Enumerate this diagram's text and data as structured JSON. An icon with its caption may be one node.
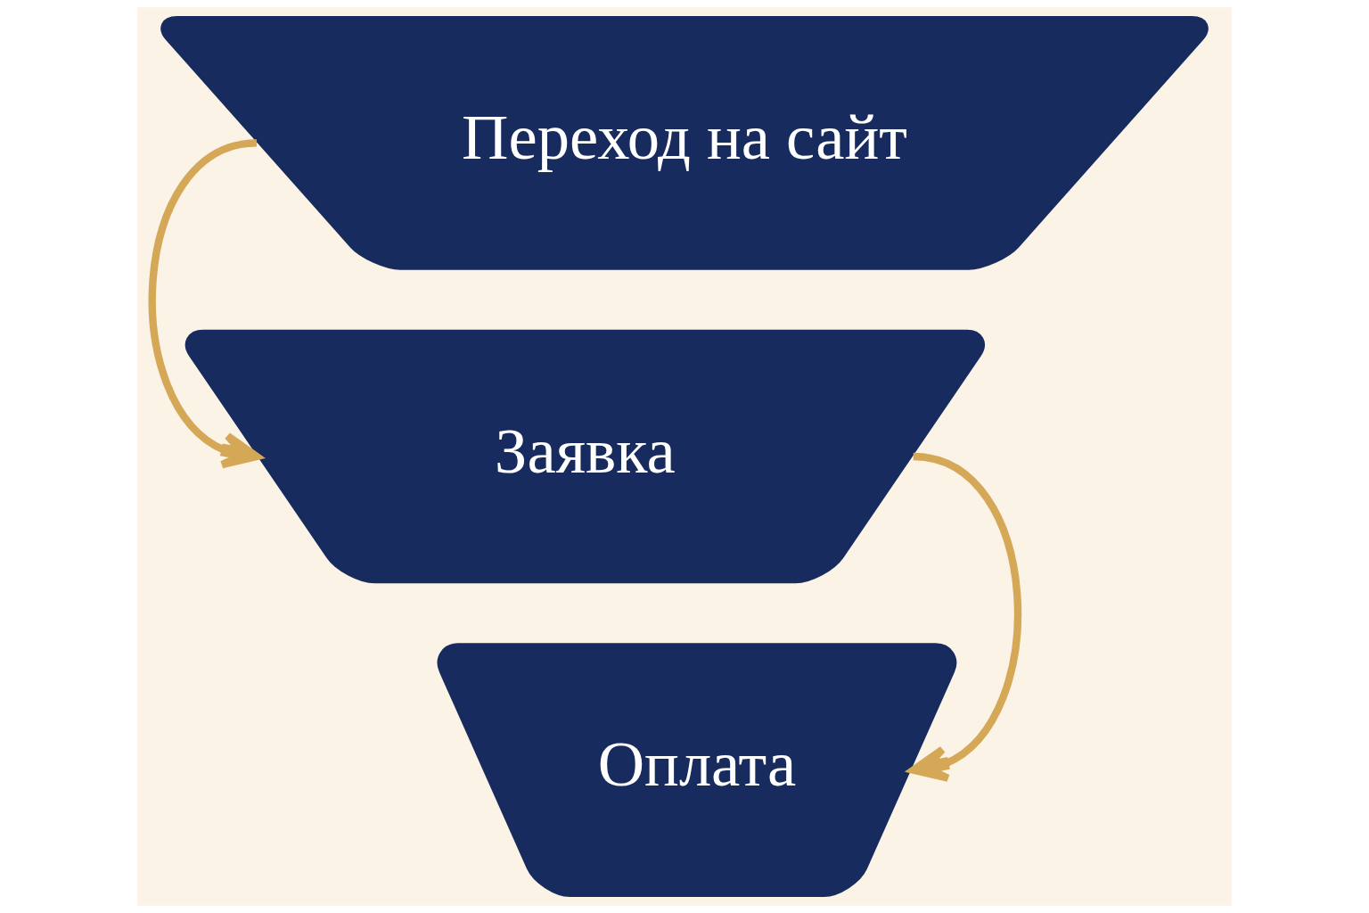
{
  "diagram": {
    "nodes": [
      {
        "text": [
          "Переход на сайт"
        ]
      },
      {
        "text": [
          "Заявка"
        ]
      },
      {
        "text": [
          "Оплата"
        ]
      }
    ],
    "edges": [
      {
        "from": 0,
        "to": 1,
        "arrow": "to"
      },
      {
        "from": 1,
        "to": 2,
        "arrow": "to"
      }
    ]
  }
}
